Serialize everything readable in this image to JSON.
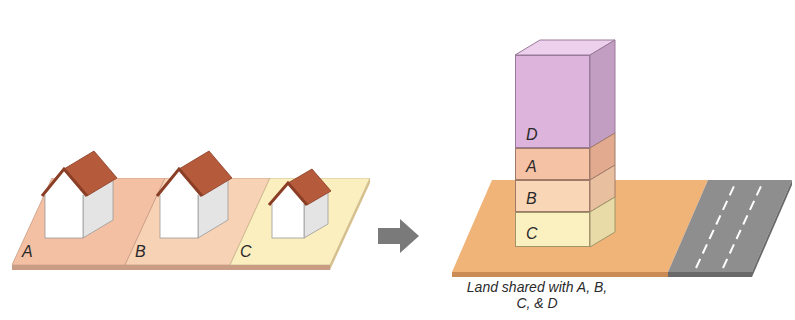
{
  "diagram": {
    "nodes": [
      {
        "text": [
          "A"
        ]
      },
      {
        "text": [
          "B"
        ]
      },
      {
        "text": [
          "C"
        ]
      },
      {
        "text": [
          "D"
        ]
      },
      {
        "text": [
          "A"
        ]
      },
      {
        "text": [
          "B"
        ]
      },
      {
        "text": [
          "C"
        ]
      }
    ],
    "labels": [
      "Land shared with A, B, C, & D"
    ]
  }
}
